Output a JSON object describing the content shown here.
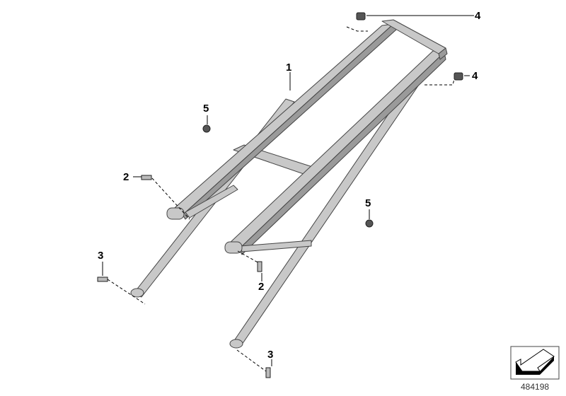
{
  "diagram": {
    "callouts": [
      {
        "id": "callout-1",
        "text": "1"
      },
      {
        "id": "callout-2a",
        "text": "2"
      },
      {
        "id": "callout-2b",
        "text": "2"
      },
      {
        "id": "callout-3a",
        "text": "3"
      },
      {
        "id": "callout-3b",
        "text": "3"
      },
      {
        "id": "callout-4a",
        "text": "4"
      },
      {
        "id": "callout-4b",
        "text": "4"
      },
      {
        "id": "callout-5a",
        "text": "5"
      },
      {
        "id": "callout-5b",
        "text": "5"
      }
    ],
    "reference_number": "484198",
    "icons": {
      "view": "arrow-direction-icon"
    },
    "colors": {
      "part_fill": "#c8c8c8",
      "part_shade": "#9a9a9a",
      "outline": "#444444"
    }
  }
}
